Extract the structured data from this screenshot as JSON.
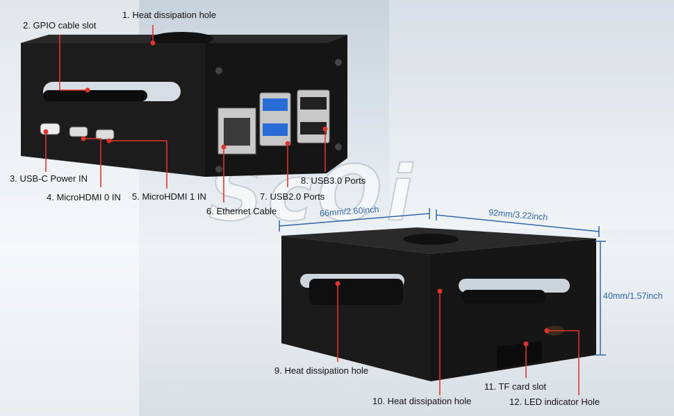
{
  "labels": {
    "l1": "1. Heat dissipation hole",
    "l2": "2. GPIO cable slot",
    "l3": "3. USB-C Power IN",
    "l4": "4. MicroHDMI 0 IN",
    "l5": "5. MicroHDMI 1 IN",
    "l6": "6. Ethernet Cable",
    "l7": "7. USB2.0 Ports",
    "l8": "8. USB3.0 Ports",
    "l9": "9. Heat dissipation hole",
    "l10": "10. Heat dissipation hole",
    "l11": "11. TF card slot",
    "l12": "12. LED indicator Hole"
  },
  "dimensions": {
    "width": "66mm/2.60inch",
    "length": "92mm/3.22inch",
    "height": "40mm/1.57inch"
  },
  "watermark": "ScOi",
  "colors": {
    "callout": "#e0342a",
    "dimension": "#2f66a8",
    "case": "#1a1a1a"
  }
}
